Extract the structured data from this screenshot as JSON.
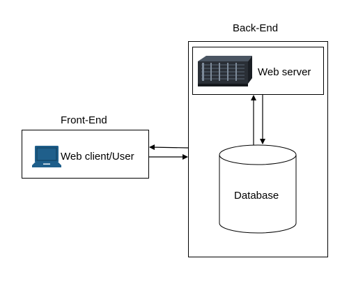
{
  "diagram": {
    "frontend": {
      "title": "Front-End",
      "client_label": "Web client/User",
      "client_icon": "laptop-icon"
    },
    "backend": {
      "title": "Back-End",
      "server_label": "Web server",
      "server_icon": "server-rack-icon",
      "database_label": "Database"
    },
    "colors": {
      "stroke": "#000000",
      "laptop": "#1f5f8b",
      "server_dark": "#2a2f36",
      "server_light": "#4a5562"
    }
  }
}
